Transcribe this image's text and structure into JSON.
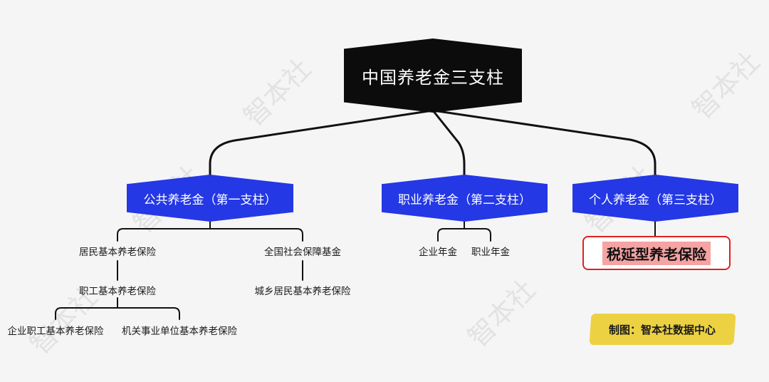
{
  "root": {
    "label": "中国养老金三支柱"
  },
  "pillars": [
    {
      "label": "公共养老金（第一支柱）"
    },
    {
      "label": "职业养老金（第二支柱）"
    },
    {
      "label": "个人养老金（第三支柱）"
    }
  ],
  "pillar1": {
    "resident": "居民基本养老保险",
    "worker": "职工基本养老保险",
    "enterprise": "企业职工基本养老保险",
    "government": "机关事业单位基本养老保险",
    "ssf": "全国社会保障基金",
    "urban_rural": "城乡居民基本养老保险"
  },
  "pillar2": {
    "enterprise_annuity": "企业年金",
    "occupational_annuity": "职业年金"
  },
  "pillar3": {
    "tax_deferred": "税延型养老保险"
  },
  "credit": "制图：智本社数据中心",
  "watermark": "智本社",
  "colors": {
    "root": "#0c0c0c",
    "pillar": "#2438e6",
    "highlight_border": "#e02020",
    "highlight_fill": "#f6a3a3",
    "credit_bg": "#ecd243"
  }
}
